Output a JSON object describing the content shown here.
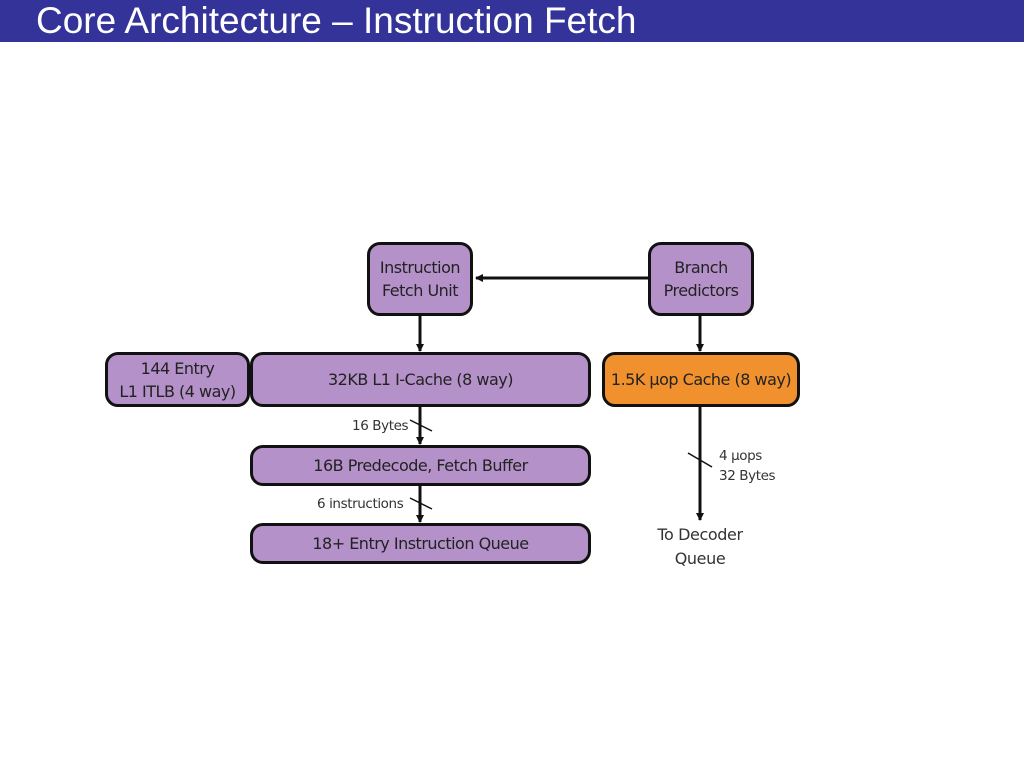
{
  "header": {
    "title": "Core Architecture – Instruction Fetch"
  },
  "diagram": {
    "boxes": {
      "fetch_unit": "Instruction\nFetch Unit",
      "branch_predictors": "Branch\nPredictors",
      "itlb": "144 Entry\nL1 ITLB (4 way)",
      "icache": "32KB L1 I-Cache (8 way)",
      "uop_cache": "1.5K μop Cache (8 way)",
      "predecode": "16B Predecode, Fetch Buffer",
      "instruction_queue": "18+ Entry Instruction Queue"
    },
    "labels": {
      "bytes16": "16 Bytes",
      "instructions6": "6 instructions",
      "uops": "4 μops\n32 Bytes",
      "to_decoder": "To Decoder\nQueue"
    },
    "colors": {
      "header": "#333399",
      "box": "#b491c8",
      "uop_cache": "#f0912e"
    }
  }
}
